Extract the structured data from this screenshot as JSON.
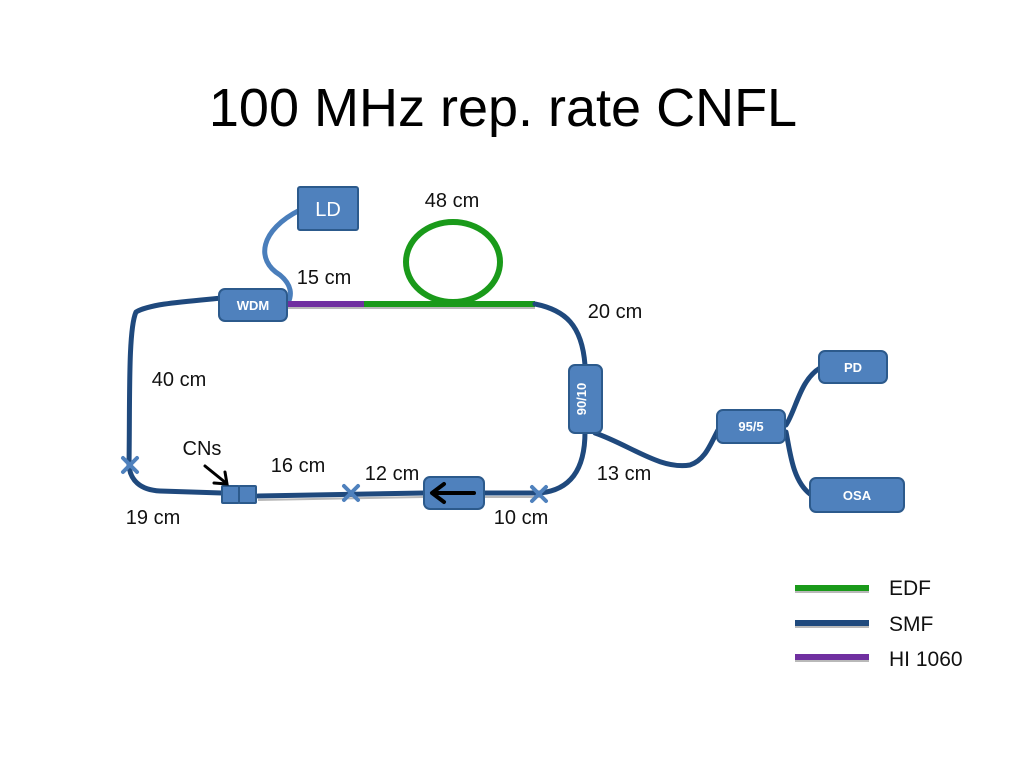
{
  "title": "100 MHz rep. rate CNFL",
  "colors": {
    "edf": "#1a9a1a",
    "smf": "#1f497d",
    "hi1060": "#7030a0",
    "pigtail": "#4a7ebb",
    "box_fill": "#4f81bd"
  },
  "components": {
    "ld": "LD",
    "wdm": "WDM",
    "coupler_9010": "90/10",
    "coupler_955": "95/5",
    "pd": "PD",
    "osa": "OSA",
    "isolator_icon": "arrow-left-icon",
    "cn_pointer_icon": "arrow-down-right-icon"
  },
  "lengths": {
    "edf_loop": "48 cm",
    "hi1060": "15 cm",
    "after_edf": "20 cm",
    "left_side": "40 cm",
    "bottom_left": "19 cm",
    "after_cn": "16 cm",
    "isolator_left": "12 cm",
    "isolator_right": "10 cm",
    "output": "13 cm"
  },
  "annotations": {
    "cns": "CNs"
  },
  "legend": [
    {
      "label": "EDF",
      "color": "#1a9a1a"
    },
    {
      "label": "SMF",
      "color": "#1f497d"
    },
    {
      "label": "HI 1060",
      "color": "#7030a0"
    }
  ]
}
